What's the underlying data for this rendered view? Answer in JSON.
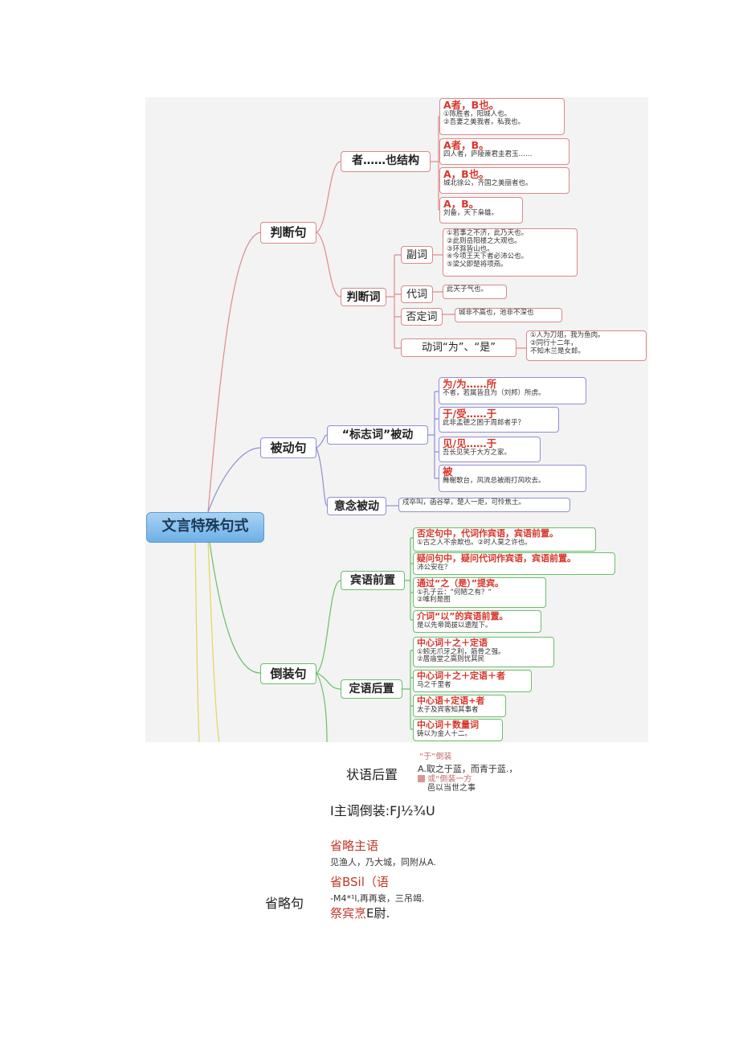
{
  "mindmap": {
    "root": "文言特殊句式",
    "judgment": {
      "label": "判断句",
      "zheye": {
        "label": "者……也结构",
        "items": [
          {
            "title": "A者，B也。",
            "examples": [
              "①陈胜者，阳城人也。",
              "②吾妻之美我者，私我也。"
            ]
          },
          {
            "title": "A者，B。",
            "examples": [
              "四人者，庐陵萧君圭君玉……"
            ]
          },
          {
            "title": "A，B也。",
            "examples": [
              "城北徐公，齐国之美丽者也。"
            ]
          },
          {
            "title": "A，B。",
            "examples": [
              "刘备，天下枭雄。"
            ]
          }
        ]
      },
      "judgeword": {
        "label": "判断词",
        "adverb": {
          "label": "副词",
          "examples": [
            "①若事之不济，此乃天也。",
            "②此则岳阳楼之大观也。",
            "③环滁皆山也。",
            "④今项王天下者必沛公也。",
            "⑤梁父即楚将项燕。"
          ]
        },
        "pronoun": {
          "label": "代词",
          "example": "此天子气也。"
        },
        "negation": {
          "label": "否定词",
          "example": "城非不高也，池非不深也"
        },
        "verb": {
          "label": "动词“为”、“是”",
          "examples": [
            "①人为刀俎，我为鱼肉。",
            "②同行十二年，",
            "不知木兰是女郎。"
          ]
        }
      }
    },
    "passive": {
      "label": "被动句",
      "marker": {
        "label": "“标志词”被动",
        "items": [
          {
            "title": "为/为……所",
            "example": "不者，若属皆且为（刘邦）所虏。"
          },
          {
            "title": "于/受……于",
            "example": "此非孟德之困于周郎者乎？"
          },
          {
            "title": "见/见……于",
            "example": "吾长见笑于大方之家。"
          },
          {
            "title": "被",
            "example": "舞榭歌台，风流总被雨打风吹去。"
          }
        ]
      },
      "notional": {
        "label": "意念被动",
        "example": "戍卒叫，函谷举，楚人一炬，可怜焦土。"
      }
    },
    "inversion": {
      "label": "倒装句",
      "object": {
        "label": "宾语前置",
        "items": [
          {
            "title": "否定句中，代词作宾语，宾语前置。",
            "example": "①古之人不余欺也。②时人莫之许也。"
          },
          {
            "title": "疑问句中，疑问代词作宾语，宾语前置。",
            "example": "沛公安在？"
          },
          {
            "title": "通过“之（是）”提宾。",
            "examples": [
              "①孔子云：“何陋之有？”",
              "②唯利是图"
            ]
          },
          {
            "title": "介词“以”的宾语前置。",
            "example": "是以先帝简拔以遗陛下。"
          }
        ]
      },
      "attributive": {
        "label": "定语后置",
        "items": [
          {
            "title": "中心词＋之＋定语",
            "examples": [
              "①蚓无爪牙之利，筋骨之强。",
              "②居庙堂之高则忧其民"
            ]
          },
          {
            "title": "中心词＋之＋定语＋者",
            "example": "马之千里者"
          },
          {
            "title": "中心语+定语+者",
            "example": "太子及宾客知其事者"
          },
          {
            "title": "中心词＋数量词",
            "example": "铸以为金人十二。"
          }
        ]
      }
    }
  },
  "lower": {
    "adverbial_label": "状语后置",
    "adverbial_note_top": "“于”倒装",
    "adverbial_line1": "A.取之于蓝，而青于蓝.，",
    "adverbial_line2": "或“倒装一方",
    "adverbial_line3": "邑以当世之事",
    "subject_inversion": "I主调倒装:FJ½¾U",
    "omission_label": "省略句",
    "omit_subject_title": "省略主语",
    "omit_subject_example": "见渔人，乃大城，同附从A.",
    "omit_verb_title": "省BSil（语",
    "omit_verb_example": "-M4*¹l,再再衰，三吊竭.",
    "omit_object_title": "祭宾烹",
    "omit_object_suffix": "E尉."
  }
}
